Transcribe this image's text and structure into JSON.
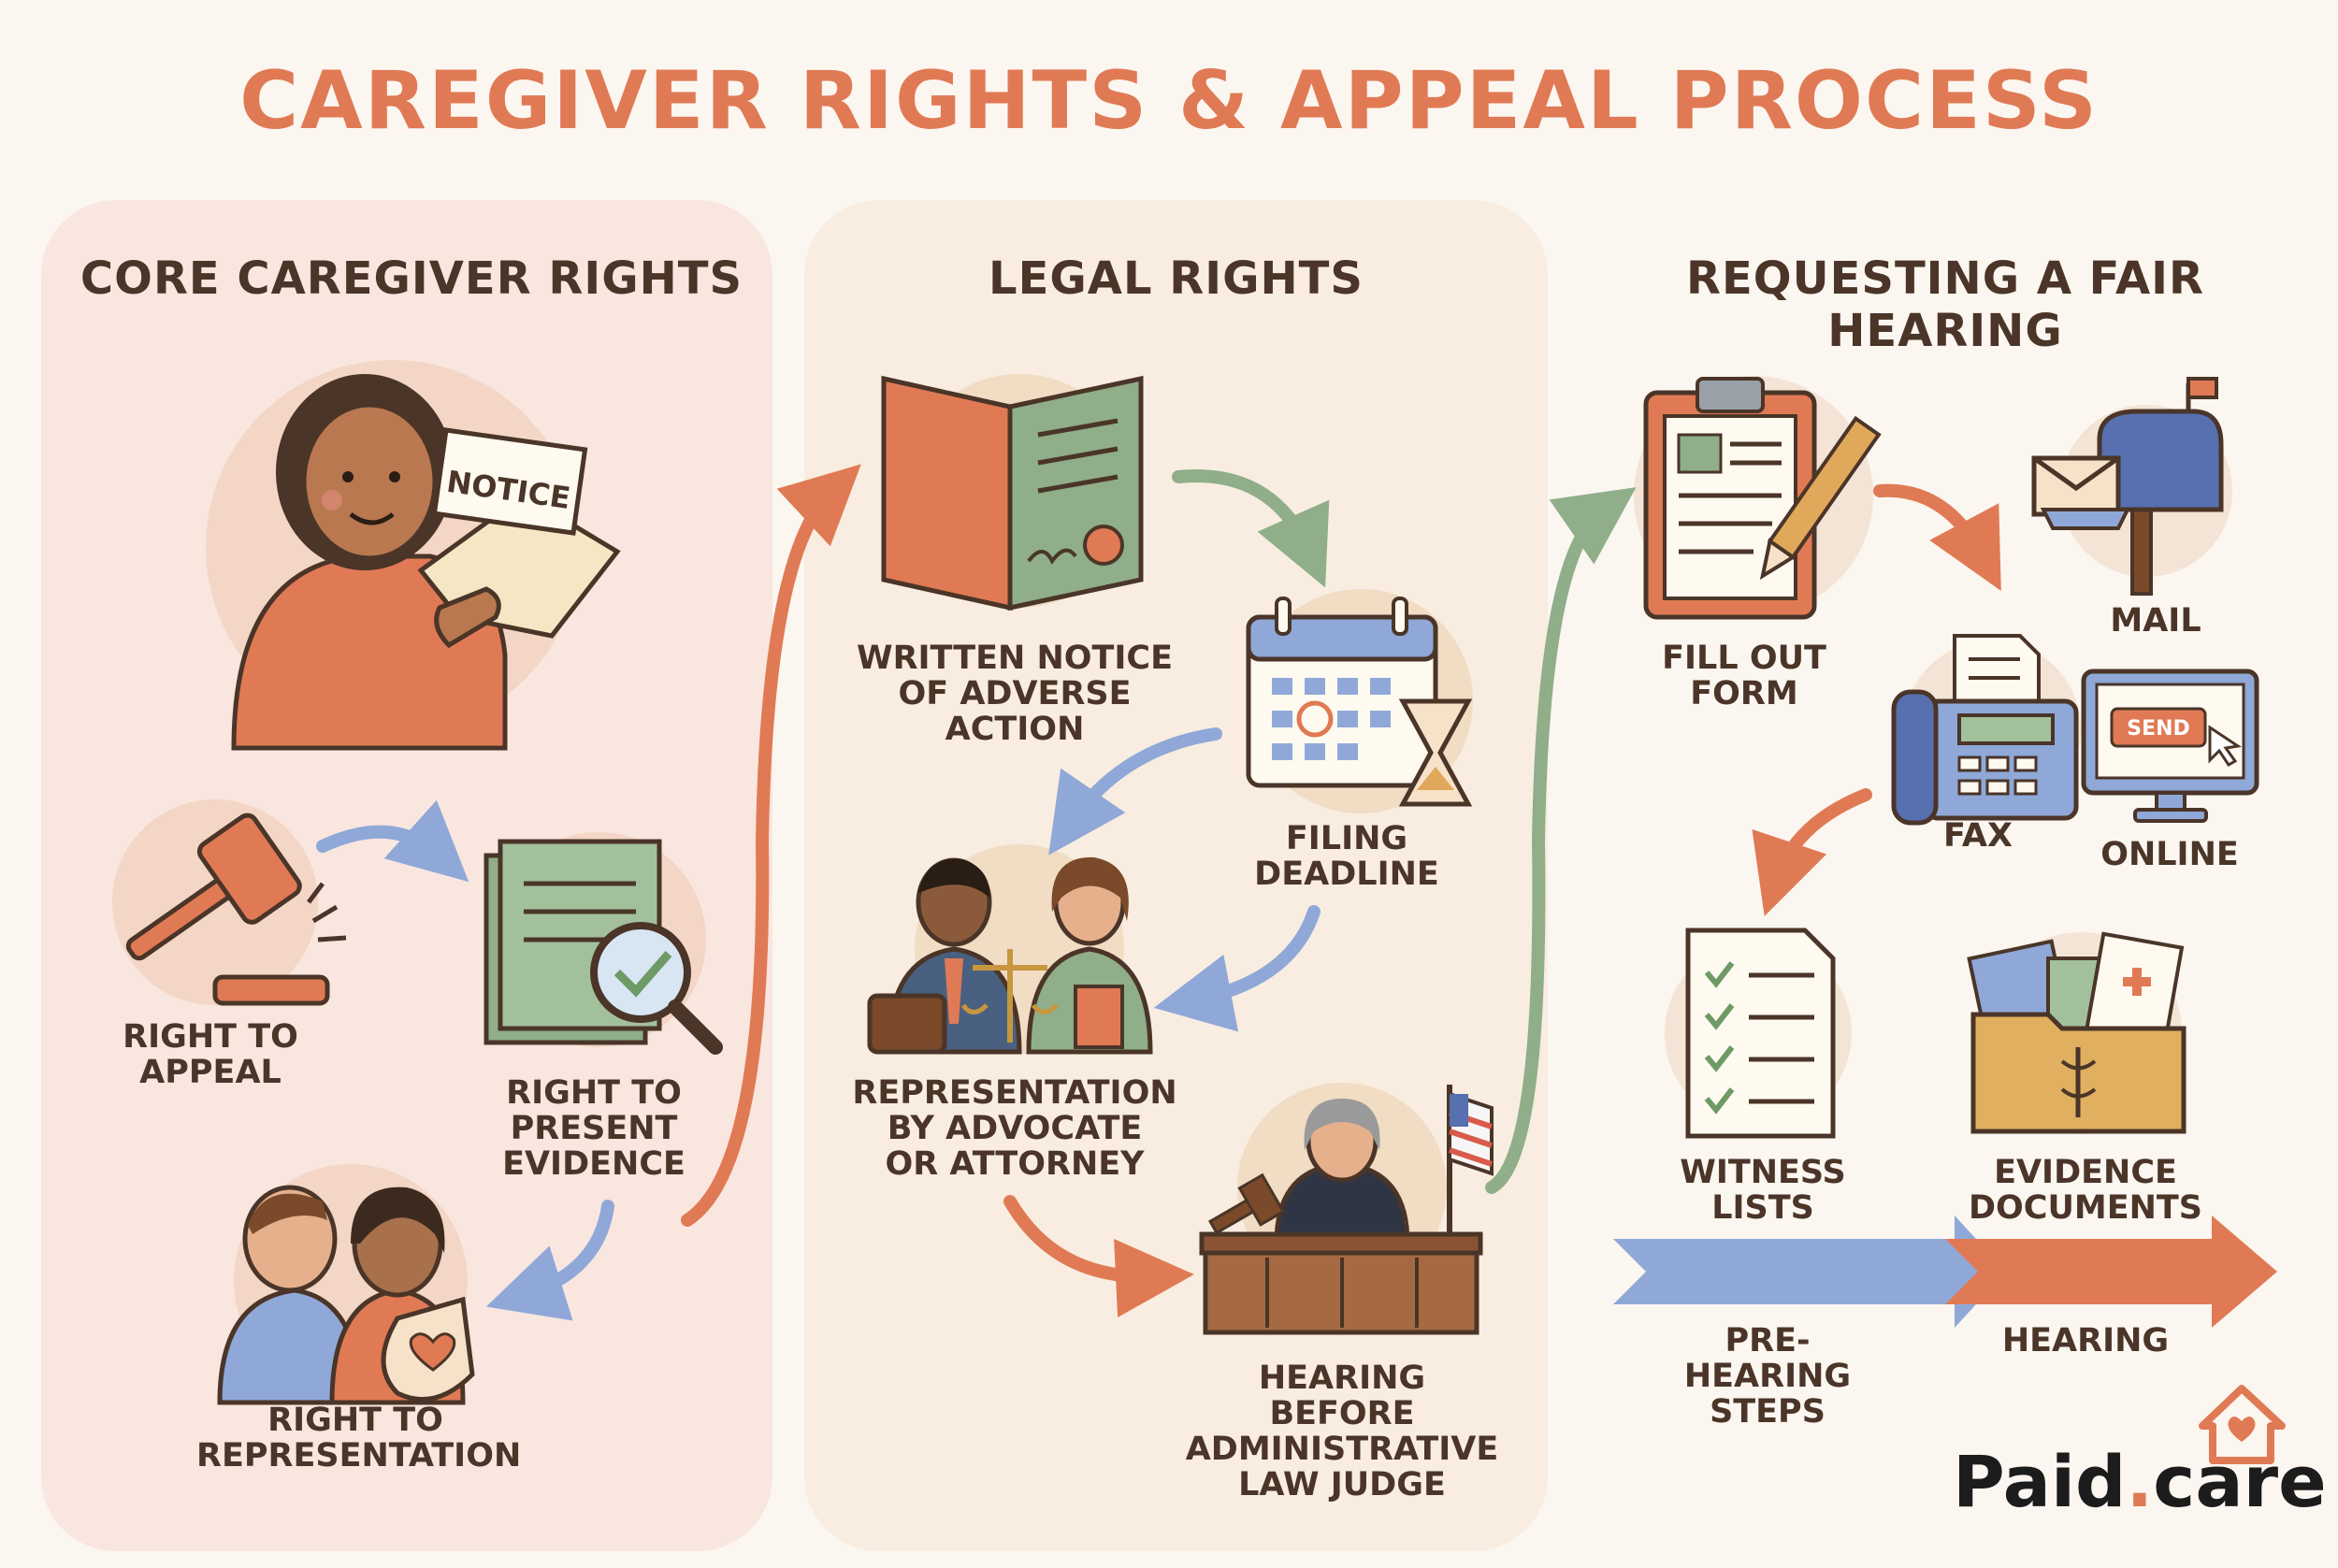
{
  "title": "CAREGIVER RIGHTS & APPEAL PROCESS",
  "sections": [
    {
      "title": "CORE CAREGIVER RIGHTS",
      "notice_text": "NOTICE",
      "items": [
        "RIGHT TO\nAPPEAL",
        "RIGHT TO\nPRESENT\nEVIDENCE",
        "RIGHT TO\nREPRESENTATION"
      ]
    },
    {
      "title": "LEGAL RIGHTS",
      "items": [
        "WRITTEN NOTICE\nOF ADVERSE ACTION",
        "FILING\nDEADLINE",
        "REPRESENTATION\nBY ADVOCATE\nOR ATTORNEY",
        "HEARING BEFORE\nADMINISTRATIVE\nLAW JUDGE"
      ]
    },
    {
      "title": "REQUESTING A FAIR HEARING",
      "items": [
        "FILL OUT\nFORM",
        "MAIL",
        "FAX",
        "ONLINE",
        "WITNESS\nLISTS",
        "EVIDENCE\nDOCUMENTS"
      ],
      "send_button": "SEND",
      "timeline": [
        "PRE-HEARING\nSTEPS",
        "HEARING"
      ]
    }
  ],
  "logo": {
    "brand": "Paid",
    "dot": ".",
    "suffix": "care"
  },
  "colors": {
    "coral": "#e07a55",
    "green": "#8fae89",
    "blue": "#8fa8d8",
    "dark": "#4a3528"
  }
}
